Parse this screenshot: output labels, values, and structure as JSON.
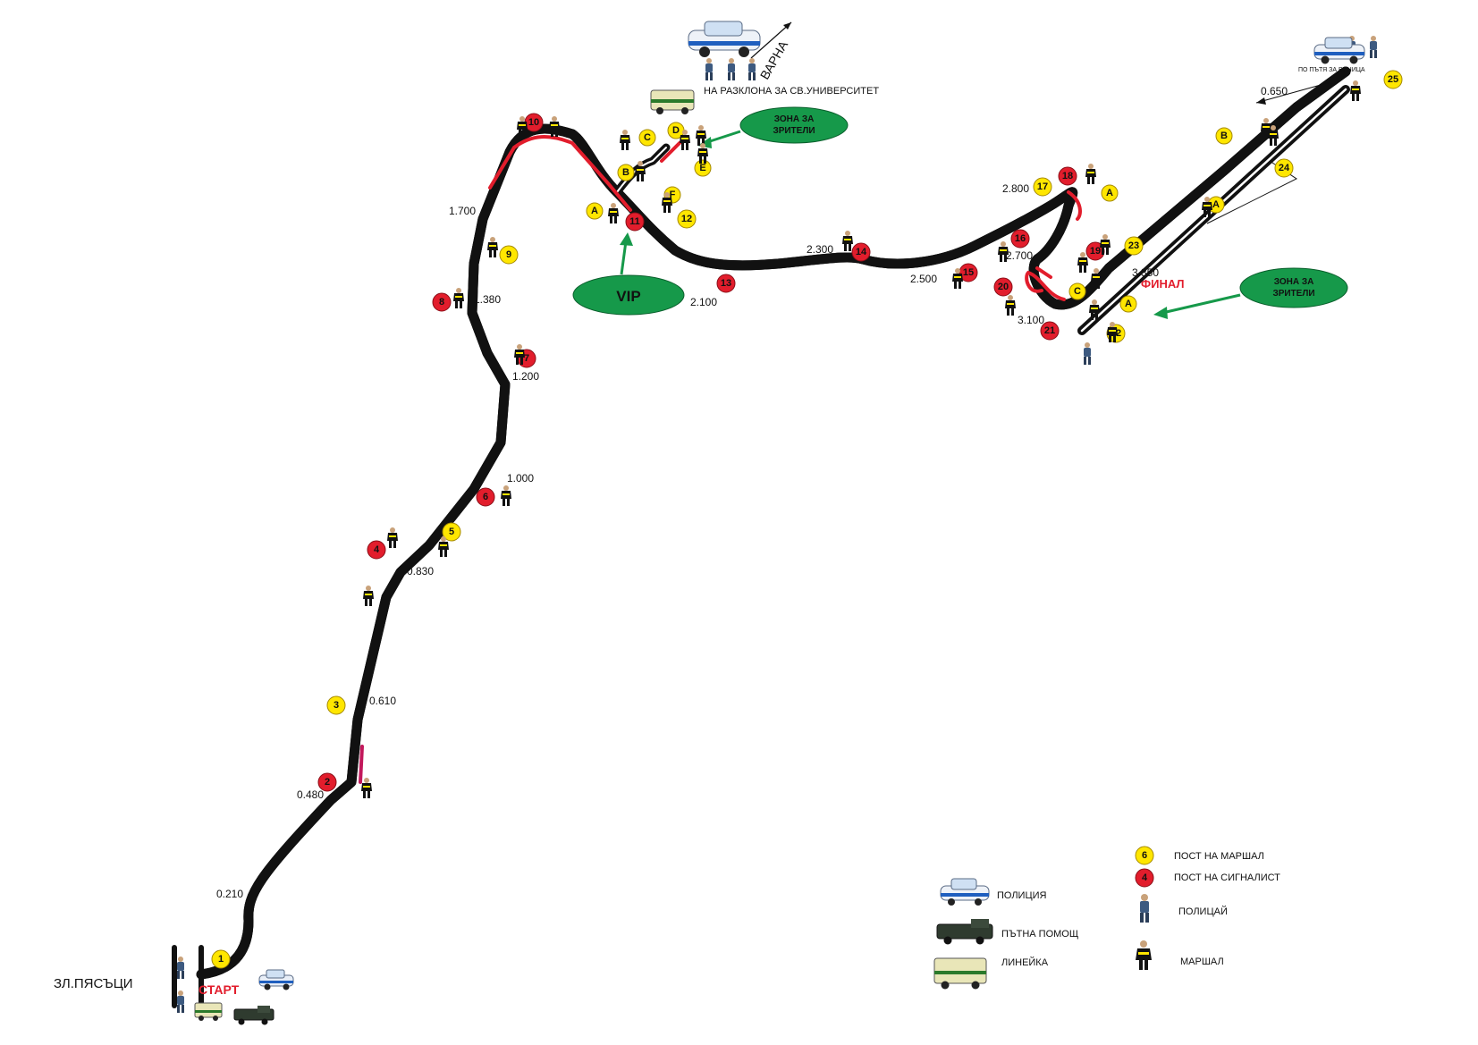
{
  "places": {
    "village": "ЗЛ.ПЯСЪЦИ",
    "direction_varna": "ВАРНА",
    "junction_note": "НА РАЗКЛОНА ЗА СВ.УНИВЕРСИТЕТ",
    "vinica_road": "ПО ПЪТЯ ЗА ВИНИЦА"
  },
  "start_label": "СТАРТ",
  "finish_label": "ФИНАЛ",
  "spectator_zones": [
    {
      "id": "zone-top",
      "label_lines": [
        "ЗОНА ЗА",
        "ЗРИТЕЛИ"
      ]
    },
    {
      "id": "zone-right",
      "label_lines": [
        "ЗОНА ЗА",
        "ЗРИТЕЛИ"
      ]
    }
  ],
  "vip_label": "VIP",
  "distances": [
    "0.210",
    "0.480",
    "0.610",
    "0.830",
    "1.000",
    "1.200",
    "1.380",
    "1.700",
    "2.100",
    "2.300",
    "2.500",
    "2.700",
    "2.800",
    "3.100",
    "3.350",
    "0.650"
  ],
  "marshal_posts": [
    "1",
    "3",
    "5",
    "9",
    "12",
    "17",
    "22",
    "23",
    "24",
    "25"
  ],
  "signal_posts": [
    "2",
    "4",
    "6",
    "7",
    "8",
    "10",
    "11",
    "13",
    "14",
    "15",
    "16",
    "18",
    "19",
    "20",
    "21"
  ],
  "zone_letters": [
    "A",
    "B",
    "C",
    "D",
    "E",
    "F",
    "A",
    "C",
    "A",
    "A",
    "B"
  ],
  "legend": {
    "marshal_post": {
      "num": "6",
      "label": "ПОСТ НА МАРШАЛ"
    },
    "signal_post": {
      "num": "4",
      "label": "ПОСТ НА СИГНАЛИСТ"
    },
    "police_officer": "ПОЛИЦАЙ",
    "marshal": "МАРШАЛ",
    "police": "ПОЛИЦИЯ",
    "road_assist": "ПЪТНА ПОМОЩ",
    "ambulance": "ЛИНЕЙКА"
  },
  "colors": {
    "road": "#111111",
    "marshal_badge": "#ffe600",
    "signal_badge": "#e21d2c",
    "zone_fill": "#16994a",
    "barrier": "#e21d2c"
  }
}
